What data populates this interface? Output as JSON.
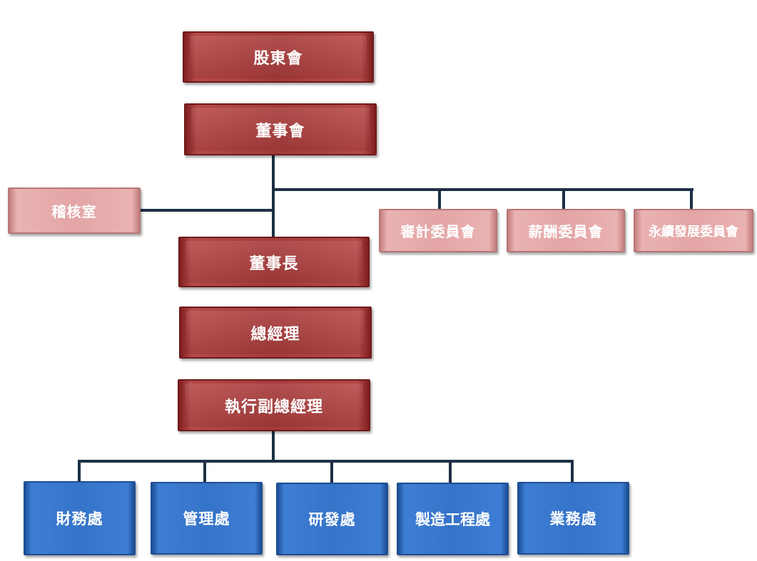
{
  "org_chart": {
    "top": {
      "shareholders": "股東會",
      "board": "董事會"
    },
    "audit_office": "稽核室",
    "committees": [
      "審計委員會",
      "薪酬委員會",
      "永續發展委員會"
    ],
    "executives": {
      "chairman": "董事長",
      "president": "總經理",
      "evp": "執行副總經理"
    },
    "departments": [
      "財務處",
      "管理處",
      "研發處",
      "製造工程處",
      "業務處"
    ]
  },
  "colors": {
    "executive_box": "#a63a3a",
    "advisory_box": "#e3a5a5",
    "department_box": "#3574c9",
    "connector": "#1c2f44"
  }
}
